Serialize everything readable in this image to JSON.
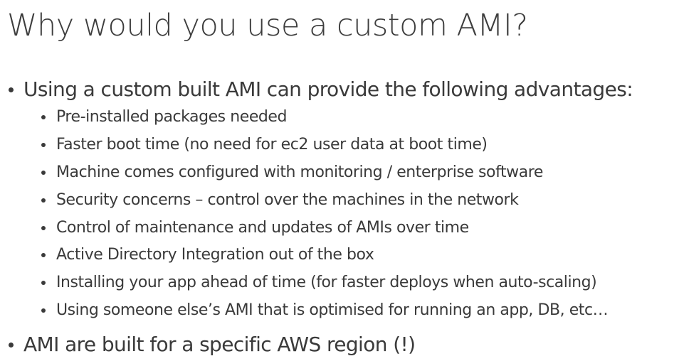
{
  "title": "Why would you use a custom AMI?",
  "bullets": [
    {
      "text": "Using a custom built AMI can provide the following advantages:",
      "sub": [
        "Pre-installed packages needed",
        "Faster boot time (no need for ec2 user data at boot time)",
        "Machine comes configured with monitoring / enterprise software",
        "Security concerns – control over the machines in the network",
        "Control of maintenance and updates of AMIs over time",
        "Active Directory Integration out of the box",
        "Installing your app ahead of time (for faster deploys when auto-scaling)",
        "Using someone else’s AMI that is optimised for running an app, DB, etc…"
      ]
    },
    {
      "text": "AMI are built for a specific AWS region (!)"
    }
  ]
}
